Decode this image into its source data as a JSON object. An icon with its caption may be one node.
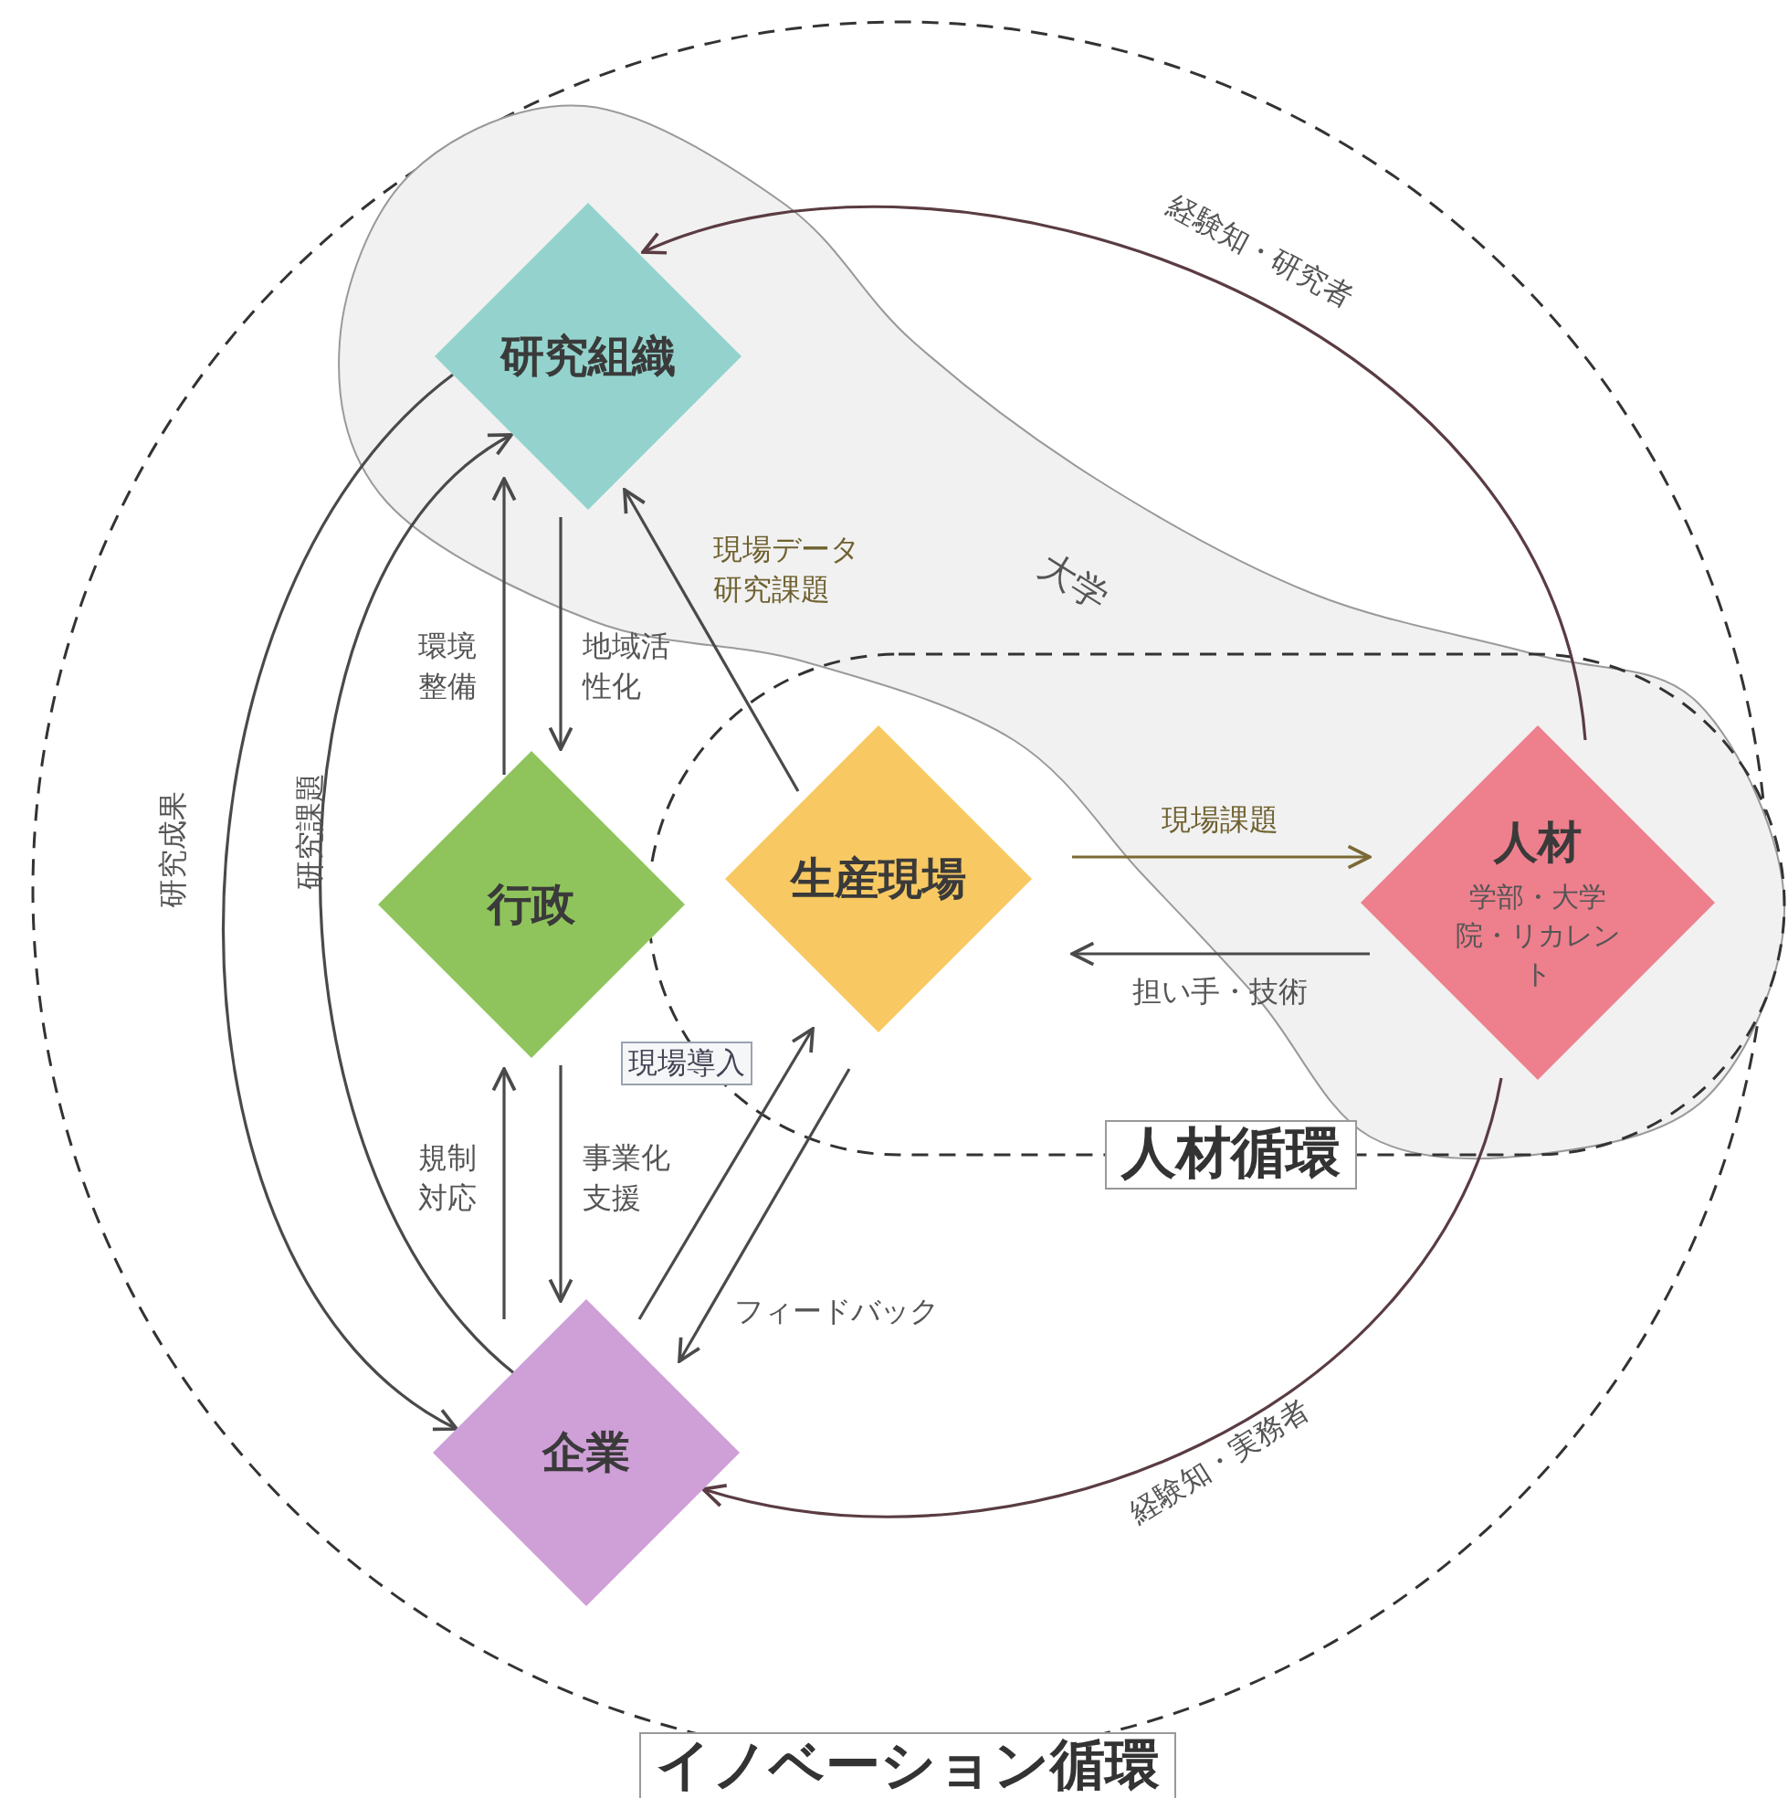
{
  "diagram": {
    "nodes": [
      {
        "text": [
          "研究組織"
        ]
      },
      {
        "text": [
          "行政"
        ]
      },
      {
        "text": [
          "生産現場"
        ]
      },
      {
        "text": [
          "人材",
          "学部・大学院・リカレント"
        ]
      },
      {
        "text": [
          "企業"
        ]
      }
    ],
    "edges": [
      {
        "from": 3,
        "to": 0,
        "arrow": "to",
        "label": "経験知・研究者",
        "color": "#5a3c42"
      },
      {
        "from": 3,
        "to": 4,
        "arrow": "to",
        "label": "経験知・実務者",
        "color": "#5a3c42"
      },
      {
        "from": 0,
        "to": 4,
        "arrow": "to",
        "label": "研究成果"
      },
      {
        "from": 4,
        "to": 0,
        "arrow": "to",
        "label": "研究課題"
      },
      {
        "from": 1,
        "to": 0,
        "arrow": "to",
        "label": "環境整備"
      },
      {
        "from": 0,
        "to": 1,
        "arrow": "to",
        "label": "地域活性化"
      },
      {
        "from": 4,
        "to": 1,
        "arrow": "to",
        "label": "規制対応"
      },
      {
        "from": 1,
        "to": 4,
        "arrow": "to",
        "label": "事業化支援"
      },
      {
        "from": 2,
        "to": 0,
        "arrow": "to",
        "label": "現場データ研究課題"
      },
      {
        "from": 2,
        "to": 3,
        "arrow": "to",
        "label": "現場課題",
        "color": "#7b6a35"
      },
      {
        "from": 3,
        "to": 2,
        "arrow": "to",
        "label": "担い手・技術"
      },
      {
        "from": 4,
        "to": 2,
        "arrow": "to",
        "label": "現場導入"
      },
      {
        "from": 2,
        "to": 4,
        "arrow": "to",
        "label": "フィードバック"
      }
    ],
    "labels": [
      "大学",
      "人材循環",
      "イノベーション循環"
    ]
  }
}
